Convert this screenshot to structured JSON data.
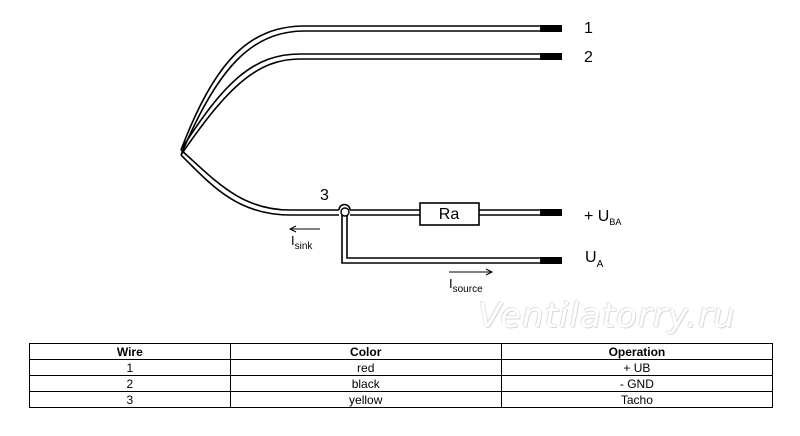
{
  "diagram": {
    "wire_labels": [
      "1",
      "2",
      "3"
    ],
    "resistor": "Ra",
    "supply": {
      "prefix": "+ U",
      "sub": "BA"
    },
    "output": {
      "prefix": "U",
      "sub": "A"
    },
    "sink": {
      "prefix": "I",
      "sub": "sink"
    },
    "source": {
      "prefix": "I",
      "sub": "source"
    }
  },
  "watermark": "Ventilatorry.ru",
  "table": {
    "headers": [
      "Wire",
      "Color",
      "Operation"
    ],
    "rows": [
      [
        "1",
        "red",
        "+ UB"
      ],
      [
        "2",
        "black",
        "- GND"
      ],
      [
        "3",
        "yellow",
        "Tacho"
      ]
    ]
  }
}
